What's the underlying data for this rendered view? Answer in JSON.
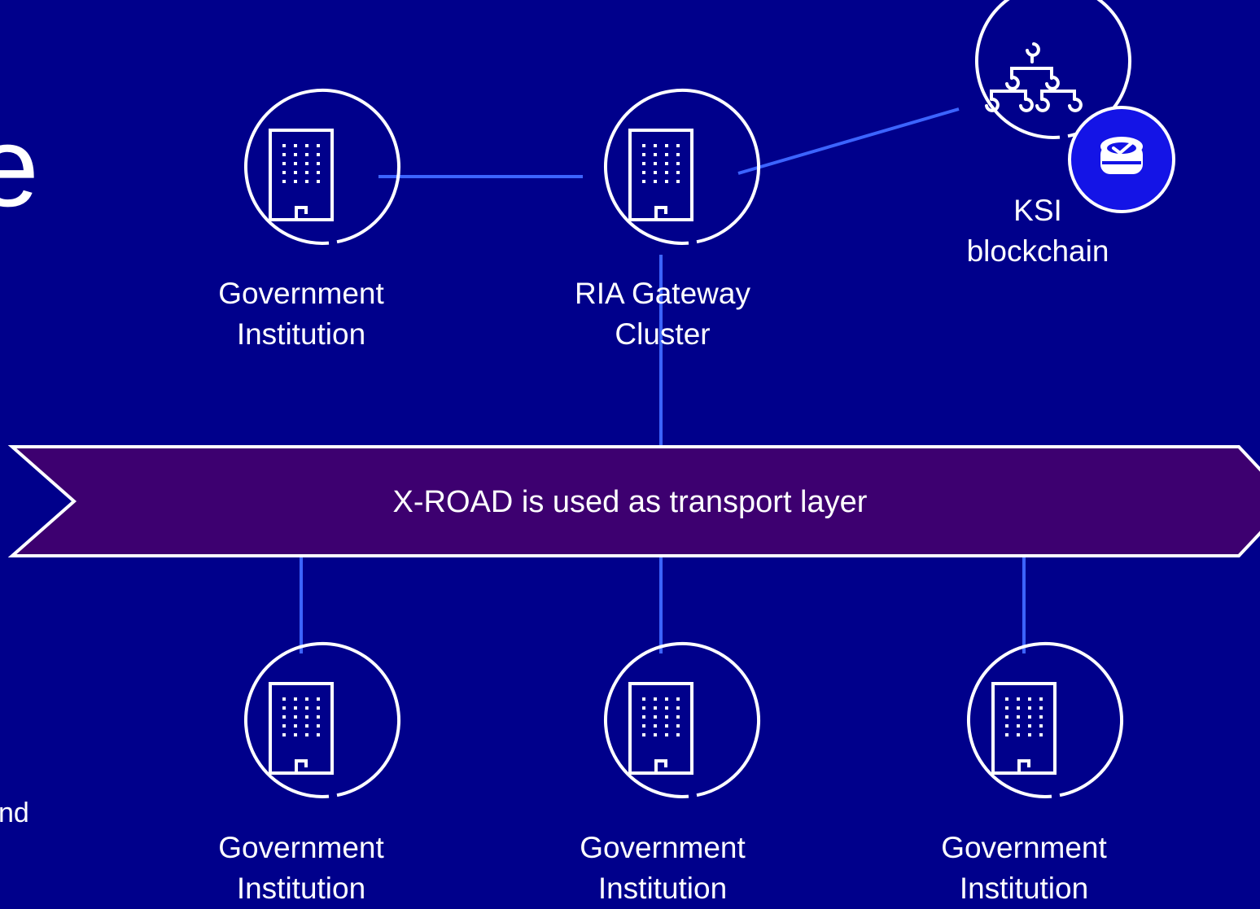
{
  "colors": {
    "background": "#00008b",
    "connector": "#3c64ff",
    "banner_fill": "#3d0070",
    "ksi_badge": "#1414e6",
    "outline": "#ffffff"
  },
  "left_cutoff": {
    "big_glyph": "e",
    "small_text": "nd"
  },
  "nodes": {
    "gov_top": {
      "icon": "building-icon",
      "line1": "Government",
      "line2": "Institution"
    },
    "gateway": {
      "icon": "building-icon",
      "line1": "RIA Gateway",
      "line2": "Cluster"
    },
    "ksi": {
      "icon": "network-tree-icon",
      "badge_icon": "database-check-icon",
      "line1": "KSI",
      "line2": "blockchain"
    },
    "gov_bottom_1": {
      "icon": "building-icon",
      "line1": "Government",
      "line2": "Institution"
    },
    "gov_bottom_2": {
      "icon": "building-icon",
      "line1": "Government",
      "line2": "Institution"
    },
    "gov_bottom_3": {
      "icon": "building-icon",
      "line1": "Government",
      "line2": "Institution"
    }
  },
  "banner": {
    "text": "X-ROAD is used as transport layer"
  }
}
